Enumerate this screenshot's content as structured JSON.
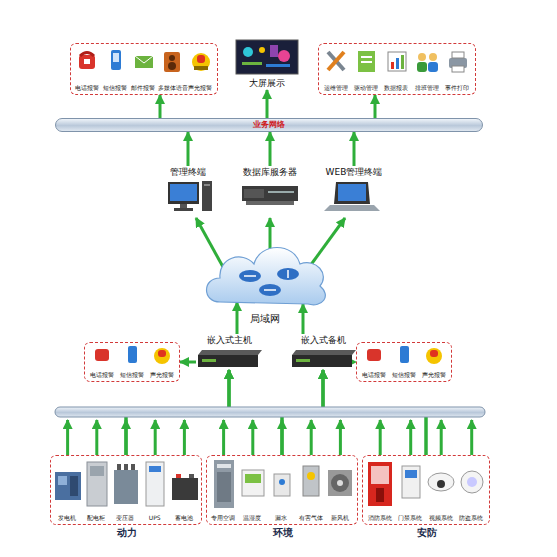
{
  "diagram": {
    "nodes": [
      {
        "text": [
          "电话报警",
          "短信报警",
          "邮件报警",
          "多媒体语音",
          "声光报警"
        ]
      },
      {
        "text": [
          "大屏展示"
        ]
      },
      {
        "text": [
          "运维管理",
          "驱动管理",
          "数据报表",
          "排班管理",
          "事件打印"
        ]
      },
      {
        "text": [
          "业务网络"
        ]
      },
      {
        "text": [
          "管理终端"
        ]
      },
      {
        "text": [
          "数据库服务器"
        ]
      },
      {
        "text": [
          "WEB管理终端"
        ]
      },
      {
        "text": [
          "局域网"
        ]
      },
      {
        "text": [
          "嵌入式主机"
        ]
      },
      {
        "text": [
          "嵌入式备机"
        ]
      },
      {
        "text": [
          "电话报警",
          "短信报警",
          "声光报警"
        ]
      },
      {
        "text": [
          "电话报警",
          "短信报警",
          "声光报警"
        ]
      },
      {
        "text": [
          "发电机",
          "配电柜",
          "变压器",
          "UPS",
          "蓄电池",
          "动力"
        ]
      },
      {
        "text": [
          "专用空调",
          "温湿度",
          "漏水",
          "有害气体",
          "新风机",
          "环境"
        ]
      },
      {
        "text": [
          "消防系统",
          "门禁系统",
          "视频系统",
          "防盗系统",
          "安防"
        ]
      }
    ],
    "edges": [
      {
        "from": 8,
        "to": 7,
        "arrow": "to"
      },
      {
        "from": 9,
        "to": 7,
        "arrow": "to"
      },
      {
        "from": 7,
        "to": 4,
        "arrow": "to"
      },
      {
        "from": 7,
        "to": 5,
        "arrow": "to"
      },
      {
        "from": 7,
        "to": 6,
        "arrow": "to"
      },
      {
        "from": 4,
        "to": 3,
        "arrow": "to"
      },
      {
        "from": 5,
        "to": 3,
        "arrow": "to"
      },
      {
        "from": 6,
        "to": 3,
        "arrow": "to"
      },
      {
        "from": 3,
        "to": 0,
        "arrow": "to"
      },
      {
        "from": 3,
        "to": 1,
        "arrow": "to"
      },
      {
        "from": 3,
        "to": 2,
        "arrow": "to"
      },
      {
        "from": 8,
        "to": 10,
        "arrow": "to"
      },
      {
        "from": 9,
        "to": 11,
        "arrow": "to"
      },
      {
        "from": 12,
        "to": 8,
        "arrow": "to"
      },
      {
        "from": 12,
        "to": 9,
        "arrow": "to"
      },
      {
        "from": 13,
        "to": 8,
        "arrow": "to"
      },
      {
        "from": 13,
        "to": 9,
        "arrow": "to"
      },
      {
        "from": 14,
        "to": 8,
        "arrow": "to"
      },
      {
        "from": 14,
        "to": 9,
        "arrow": "to"
      }
    ]
  }
}
